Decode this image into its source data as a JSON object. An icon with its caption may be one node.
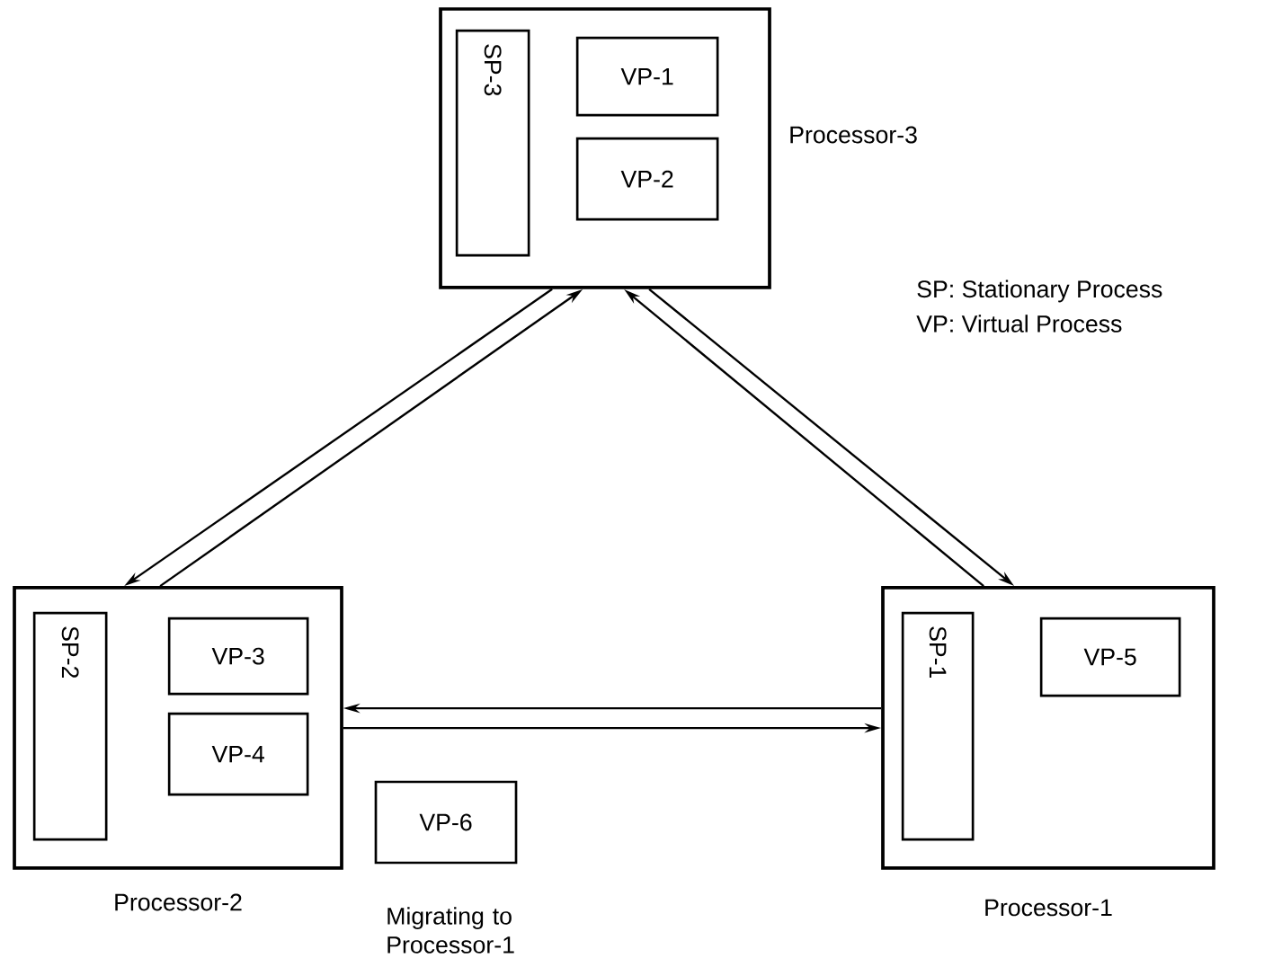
{
  "diagram": {
    "nodes": [
      {
        "text": [
          "Processor-3"
        ]
      },
      {
        "text": [
          "SP-3"
        ],
        "in": 0
      },
      {
        "text": [
          "VP-1"
        ],
        "in": 0
      },
      {
        "text": [
          "VP-2"
        ],
        "in": 0
      },
      {
        "text": [
          "Processor-2"
        ]
      },
      {
        "text": [
          "SP-2"
        ],
        "in": 4
      },
      {
        "text": [
          "VP-3"
        ],
        "in": 4
      },
      {
        "text": [
          "VP-4"
        ],
        "in": 4
      },
      {
        "text": [
          "VP-6"
        ],
        "beside": [
          "Migrating to Processor-1"
        ]
      },
      {
        "text": [
          "Processor-1"
        ]
      },
      {
        "text": [
          "SP-1"
        ],
        "in": 9
      },
      {
        "text": [
          "VP-5"
        ],
        "in": 9
      }
    ],
    "edges": [
      {
        "from": 4,
        "to": 0,
        "arrow": "to"
      },
      {
        "from": 0,
        "to": 4,
        "arrow": "to"
      },
      {
        "from": 9,
        "to": 0,
        "arrow": "to"
      },
      {
        "from": 0,
        "to": 9,
        "arrow": "to"
      },
      {
        "from": 9,
        "to": 4,
        "arrow": "to"
      },
      {
        "from": 4,
        "to": 9,
        "arrow": "to"
      }
    ],
    "labels": [
      "SP: Stationary Process",
      "VP: Virtual Process"
    ]
  }
}
